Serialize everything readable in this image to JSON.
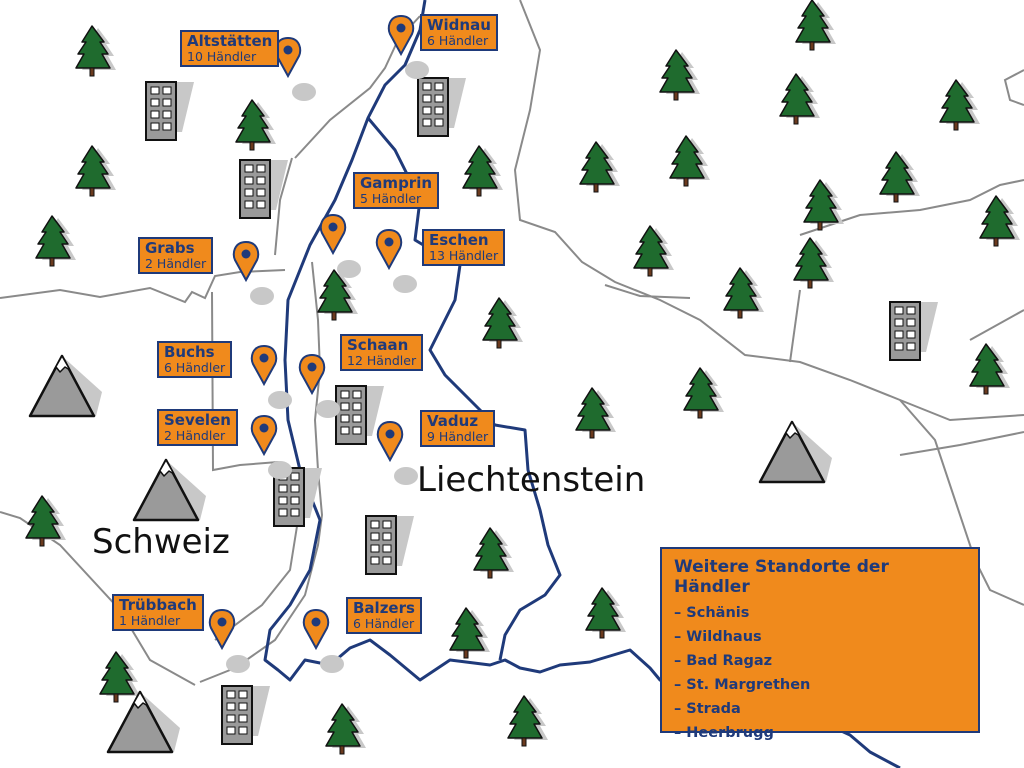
{
  "countries": {
    "switzerland": "Schweiz",
    "liechtenstein": "Liechtenstein"
  },
  "locations": [
    {
      "name": "Altstätten",
      "count": "10 Händler"
    },
    {
      "name": "Widnau",
      "count": "6 Händler"
    },
    {
      "name": "Gamprin",
      "count": "5 Händler"
    },
    {
      "name": "Eschen",
      "count": "13 Händler"
    },
    {
      "name": "Grabs",
      "count": "2 Händler"
    },
    {
      "name": "Buchs",
      "count": "6 Händler"
    },
    {
      "name": "Schaan",
      "count": "12 Händler"
    },
    {
      "name": "Sevelen",
      "count": "2 Händler"
    },
    {
      "name": "Vaduz",
      "count": "9 Händler"
    },
    {
      "name": "Trübbach",
      "count": "1 Händler"
    },
    {
      "name": "Balzers",
      "count": "6 Händler"
    }
  ],
  "more_locations": {
    "title": "Weitere Standorte der Händler",
    "items": [
      "– Schänis",
      "– Wildhaus",
      "– Bad Ragaz",
      "– St. Margrethen",
      "– Strada",
      "– Heerbrugg"
    ]
  },
  "icons": [
    "pine-tree-icon",
    "building-icon",
    "mountain-icon",
    "map-pin-icon"
  ],
  "colors": {
    "label_fill": "#f08a1c",
    "border_blue": "#1f3a7a",
    "road_gray": "#8a8a8a",
    "tree_green": "#1f6b2e",
    "trunk_brown": "#6b3a1e",
    "building_gray": "#9a9a9a",
    "mountain_gray": "#9a9a9a",
    "shadow_gray": "#c8c8c8"
  }
}
